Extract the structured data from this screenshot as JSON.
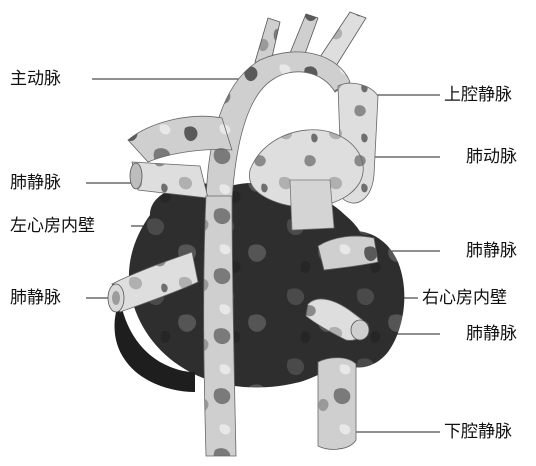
{
  "figure": {
    "labels": [
      "主动脉",
      "上腔静脉",
      "肺动脉",
      "肺静脉",
      "左心房内壁",
      "肺静脉",
      "肺静脉",
      "右心房内壁",
      "肺静脉",
      "下腔静脉"
    ]
  }
}
